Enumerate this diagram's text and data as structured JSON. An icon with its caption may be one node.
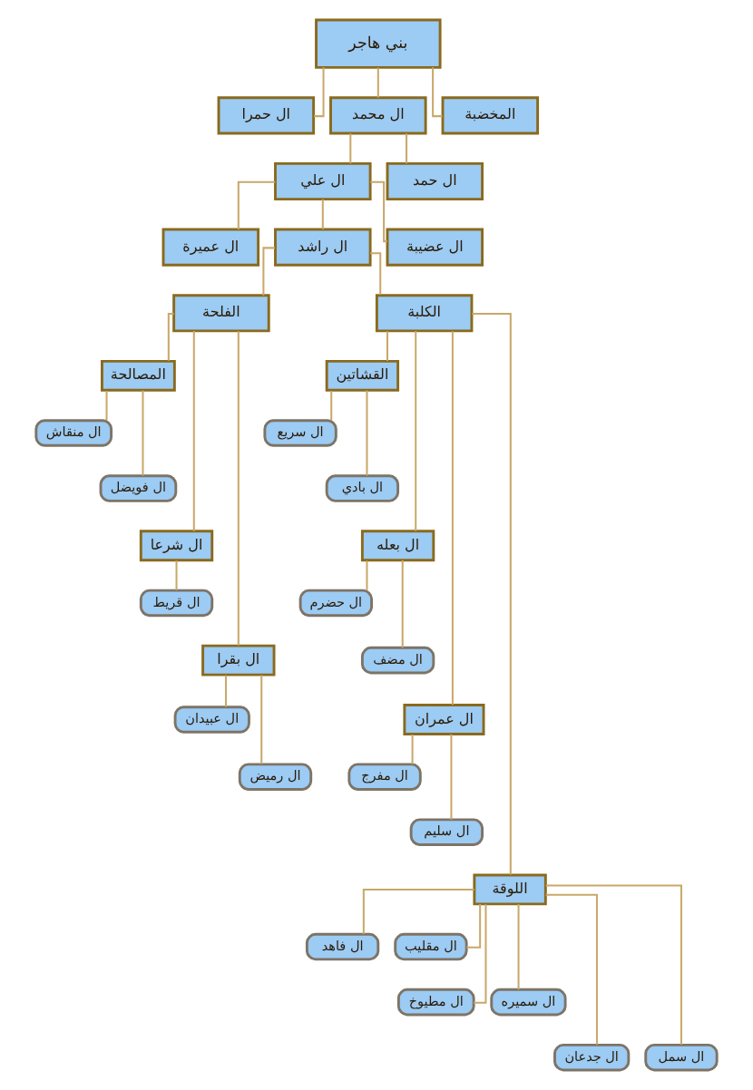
{
  "diagram": {
    "nodes": [
      {
        "text": [
          "بني هاجر"
        ]
      },
      {
        "text": [
          "ال حمرا"
        ]
      },
      {
        "text": [
          "ال محمد"
        ]
      },
      {
        "text": [
          "المخضبة"
        ]
      },
      {
        "text": [
          "ال علي"
        ]
      },
      {
        "text": [
          "ال حمد"
        ]
      },
      {
        "text": [
          "ال عميرة"
        ]
      },
      {
        "text": [
          "ال راشد"
        ]
      },
      {
        "text": [
          "ال عضيبة"
        ]
      },
      {
        "text": [
          "الفلحة"
        ]
      },
      {
        "text": [
          "الكلبة"
        ]
      },
      {
        "text": [
          "المصالحة"
        ]
      },
      {
        "text": [
          "ال منقاش"
        ]
      },
      {
        "text": [
          "ال فويضل"
        ]
      },
      {
        "text": [
          "ال شرعا"
        ]
      },
      {
        "text": [
          "ال قريط"
        ]
      },
      {
        "text": [
          "ال بقرا"
        ]
      },
      {
        "text": [
          "ال عبيدان"
        ]
      },
      {
        "text": [
          "ال رميض"
        ]
      },
      {
        "text": [
          "القشاتين"
        ]
      },
      {
        "text": [
          "ال سريع"
        ]
      },
      {
        "text": [
          "ال بادي"
        ]
      },
      {
        "text": [
          "ال بعله"
        ]
      },
      {
        "text": [
          "ال حضرم"
        ]
      },
      {
        "text": [
          "ال مضف"
        ]
      },
      {
        "text": [
          "ال عمران"
        ]
      },
      {
        "text": [
          "ال مفرج"
        ]
      },
      {
        "text": [
          "ال سليم"
        ]
      },
      {
        "text": [
          "اللوقة"
        ]
      },
      {
        "text": [
          "ال فاهد"
        ]
      },
      {
        "text": [
          "ال مقليب"
        ]
      },
      {
        "text": [
          "ال مطيوخ"
        ]
      },
      {
        "text": [
          "ال سميره"
        ]
      },
      {
        "text": [
          "ال جدعان"
        ]
      },
      {
        "text": [
          "ال سمل"
        ]
      }
    ],
    "edges": [
      {
        "from": 0,
        "to": 1,
        "arrow": "none"
      },
      {
        "from": 0,
        "to": 2,
        "arrow": "none"
      },
      {
        "from": 0,
        "to": 3,
        "arrow": "none"
      },
      {
        "from": 2,
        "to": 4,
        "arrow": "none"
      },
      {
        "from": 2,
        "to": 5,
        "arrow": "none"
      },
      {
        "from": 4,
        "to": 6,
        "arrow": "none"
      },
      {
        "from": 4,
        "to": 7,
        "arrow": "none"
      },
      {
        "from": 4,
        "to": 8,
        "arrow": "none"
      },
      {
        "from": 7,
        "to": 9,
        "arrow": "none"
      },
      {
        "from": 7,
        "to": 10,
        "arrow": "none"
      },
      {
        "from": 9,
        "to": 11,
        "arrow": "none"
      },
      {
        "from": 11,
        "to": 12,
        "arrow": "none"
      },
      {
        "from": 11,
        "to": 13,
        "arrow": "none"
      },
      {
        "from": 9,
        "to": 14,
        "arrow": "none"
      },
      {
        "from": 14,
        "to": 15,
        "arrow": "none"
      },
      {
        "from": 9,
        "to": 16,
        "arrow": "none"
      },
      {
        "from": 16,
        "to": 17,
        "arrow": "none"
      },
      {
        "from": 16,
        "to": 18,
        "arrow": "none"
      },
      {
        "from": 10,
        "to": 19,
        "arrow": "none"
      },
      {
        "from": 19,
        "to": 20,
        "arrow": "none"
      },
      {
        "from": 19,
        "to": 21,
        "arrow": "none"
      },
      {
        "from": 10,
        "to": 22,
        "arrow": "none"
      },
      {
        "from": 22,
        "to": 23,
        "arrow": "none"
      },
      {
        "from": 22,
        "to": 24,
        "arrow": "none"
      },
      {
        "from": 10,
        "to": 25,
        "arrow": "none"
      },
      {
        "from": 25,
        "to": 26,
        "arrow": "none"
      },
      {
        "from": 25,
        "to": 27,
        "arrow": "none"
      },
      {
        "from": 10,
        "to": 28,
        "arrow": "none"
      },
      {
        "from": 28,
        "to": 29,
        "arrow": "none"
      },
      {
        "from": 28,
        "to": 30,
        "arrow": "none"
      },
      {
        "from": 28,
        "to": 31,
        "arrow": "none"
      },
      {
        "from": 28,
        "to": 32,
        "arrow": "none"
      },
      {
        "from": 28,
        "to": 33,
        "arrow": "none"
      },
      {
        "from": 28,
        "to": 34,
        "arrow": "none"
      }
    ]
  }
}
